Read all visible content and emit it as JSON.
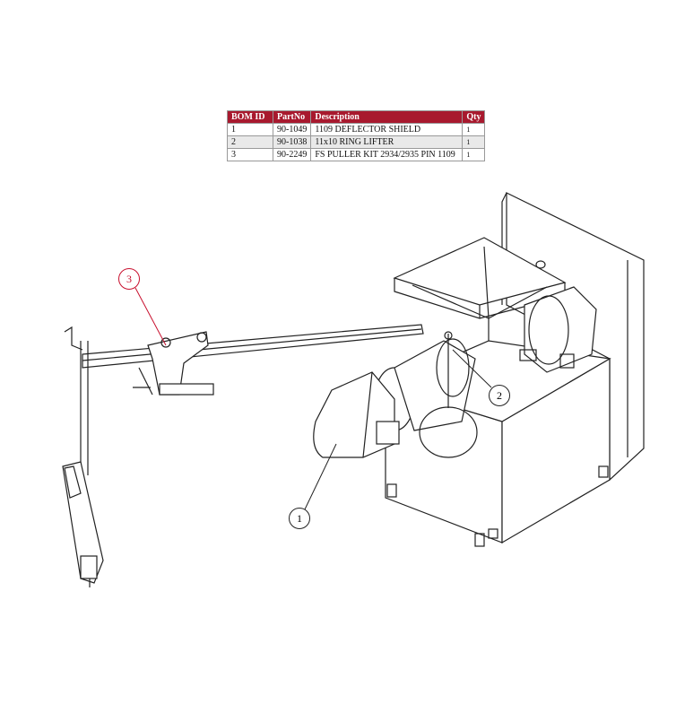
{
  "bom_table": {
    "headers": [
      "BOM ID",
      "PartNo",
      "Description",
      "Qty"
    ],
    "rows": [
      {
        "id": "1",
        "part_no": "90-1049",
        "description": "1109 DEFLECTOR SHIELD",
        "qty": "1"
      },
      {
        "id": "2",
        "part_no": "90-1038",
        "description": "11x10 RING LIFTER",
        "qty": "1"
      },
      {
        "id": "3",
        "part_no": "90-2249",
        "description": "FS PULLER KIT 2934/2935 PIN 1109",
        "qty": "1"
      }
    ]
  },
  "callouts": [
    {
      "label": "1"
    },
    {
      "label": "2"
    },
    {
      "label": "3",
      "highlight_color": "#c8102e"
    }
  ],
  "colors": {
    "header": "#a8192e"
  }
}
